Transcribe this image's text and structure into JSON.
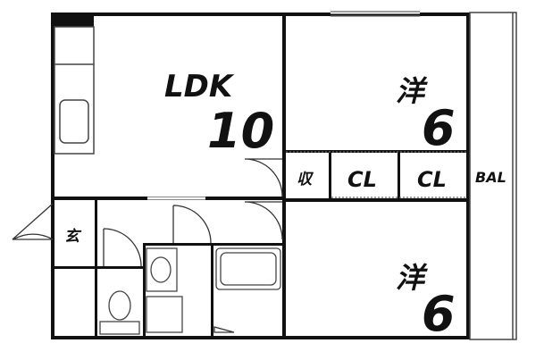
{
  "rooms": {
    "ldk": {
      "name": "LDK",
      "size": "10"
    },
    "western_top": {
      "name": "洋",
      "size": "6"
    },
    "western_bottom": {
      "name": "洋",
      "size": "6"
    },
    "storage": {
      "name": "収"
    },
    "closet_1": {
      "name": "CL"
    },
    "closet_2": {
      "name": "CL"
    },
    "entrance": {
      "name": "玄"
    },
    "balcony": {
      "name": "BAL"
    }
  },
  "colors": {
    "wall": "#111111",
    "line": "#222222",
    "fixture": "#666666"
  }
}
